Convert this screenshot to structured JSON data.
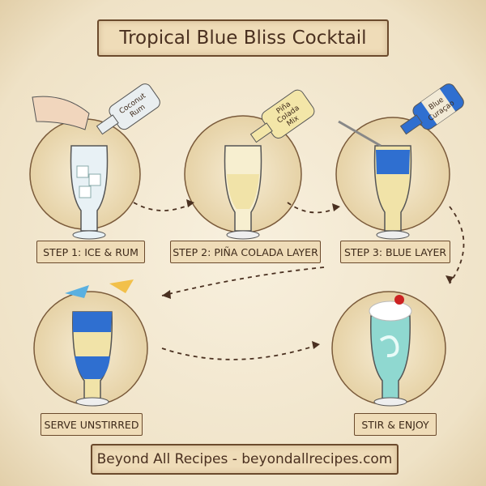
{
  "title": "Tropical Blue Bliss Cocktail",
  "footer": "Beyond All Recipes - beyondallrecipes.com",
  "steps": [
    {
      "label": "STEP 1: ICE & RUM",
      "bottle_label": [
        "Coconut",
        "Rum"
      ]
    },
    {
      "label": "STEP 2: PIÑA COLADA LAYER",
      "bottle_label": [
        "Piña",
        "Colada",
        "Mix"
      ]
    },
    {
      "label": "STEP 3: BLUE LAYER",
      "bottle_label": [
        "Blue",
        "Curaçao"
      ]
    },
    {
      "label": "SERVE UNSTIRRED"
    },
    {
      "label": "STIR & ENJOY"
    }
  ],
  "colors": {
    "parchment": "#f4ead5",
    "ink": "#6b4a2c",
    "blue": "#2f6fd0",
    "cream": "#f1e3a8",
    "aqua": "#8fd8d0"
  }
}
